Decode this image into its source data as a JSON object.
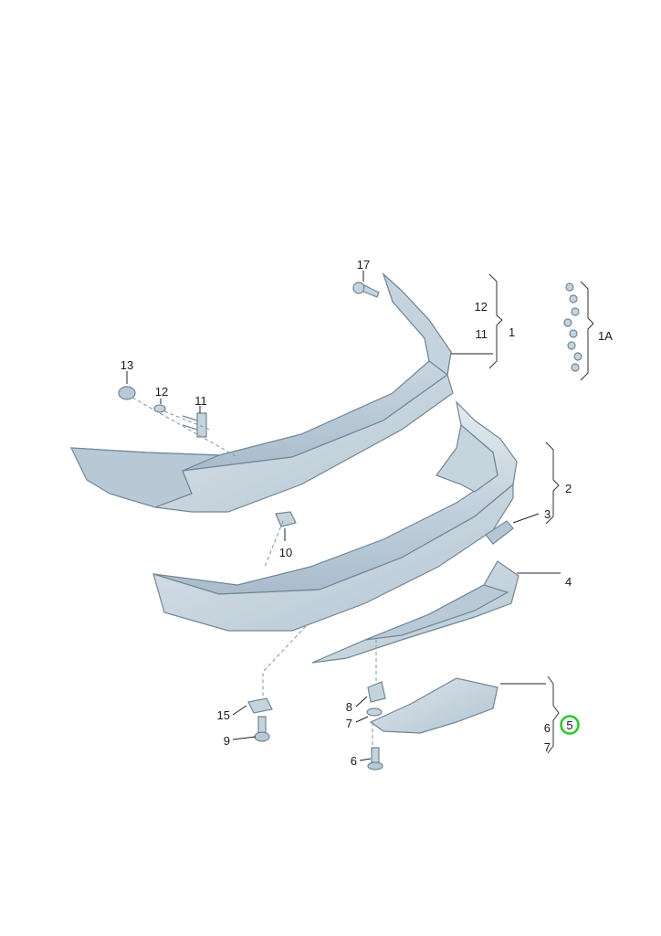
{
  "diagram": {
    "labels": {
      "l17": "17",
      "l12a": "12",
      "l11a": "11",
      "l1": "1",
      "l1a": "1A",
      "l13": "13",
      "l12b": "12",
      "l11b": "11",
      "l10": "10",
      "l2": "2",
      "l3": "3",
      "l4": "4",
      "l15": "15",
      "l9": "9",
      "l8": "8",
      "l7a": "7",
      "l6a": "6",
      "l5": "5",
      "l6b": "6",
      "l7b": "7"
    },
    "highlight": {
      "label": "5",
      "color": "#22cc22"
    },
    "colors": {
      "part_fill": "#cfdbe3",
      "part_shade": "#a9bccb",
      "part_stroke": "#6f8796"
    }
  }
}
